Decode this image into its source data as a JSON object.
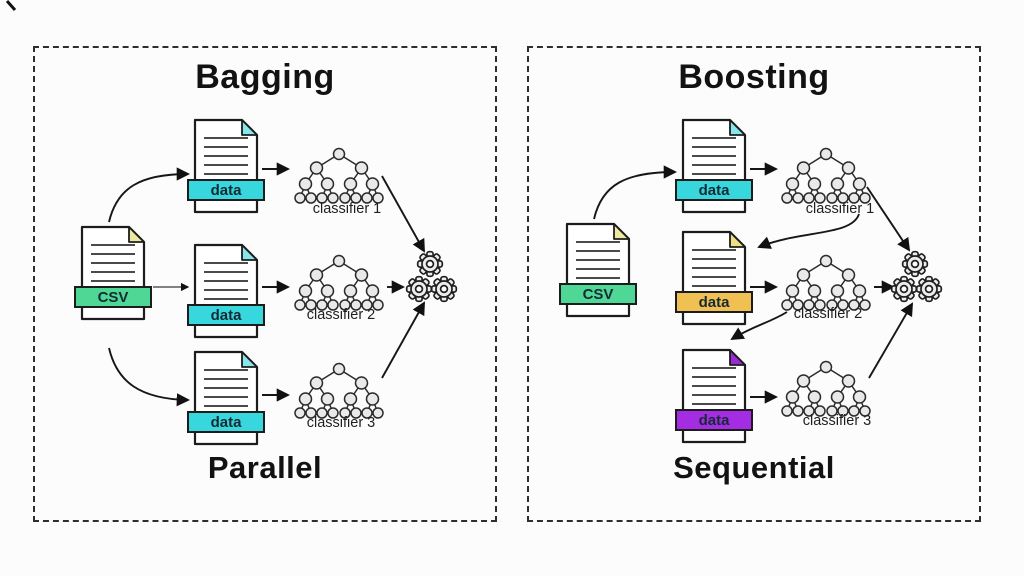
{
  "background": "#fcfcfc",
  "panels": [
    {
      "title": "Bagging",
      "mode_label": "Parallel",
      "source_file": {
        "label": "CSV",
        "banner_color": "#4fd795",
        "fold_color": "#eee8a0"
      },
      "data_files": [
        {
          "label": "data",
          "banner_color": "#38d7dd",
          "fold_color": "#86e6ea"
        },
        {
          "label": "data",
          "banner_color": "#38d7dd",
          "fold_color": "#86e6ea"
        },
        {
          "label": "data",
          "banner_color": "#38d7dd",
          "fold_color": "#86e6ea"
        }
      ],
      "classifiers": [
        "classifier 1",
        "classifier 2",
        "classifier 3"
      ],
      "aggregator_icon": "gears-icon"
    },
    {
      "title": "Boosting",
      "mode_label": "Sequential",
      "source_file": {
        "label": "CSV",
        "banner_color": "#4fd795",
        "fold_color": "#eee8a0"
      },
      "data_files": [
        {
          "label": "data",
          "banner_color": "#38d7dd",
          "fold_color": "#86e6ea"
        },
        {
          "label": "data",
          "banner_color": "#f0c052",
          "fold_color": "#ecdf86"
        },
        {
          "label": "data",
          "banner_color": "#a42de4",
          "fold_color": "#9a2bd4"
        }
      ],
      "classifiers": [
        "classifier 1",
        "classifier 2",
        "classifier 3"
      ],
      "aggregator_icon": "gears-icon"
    }
  ]
}
